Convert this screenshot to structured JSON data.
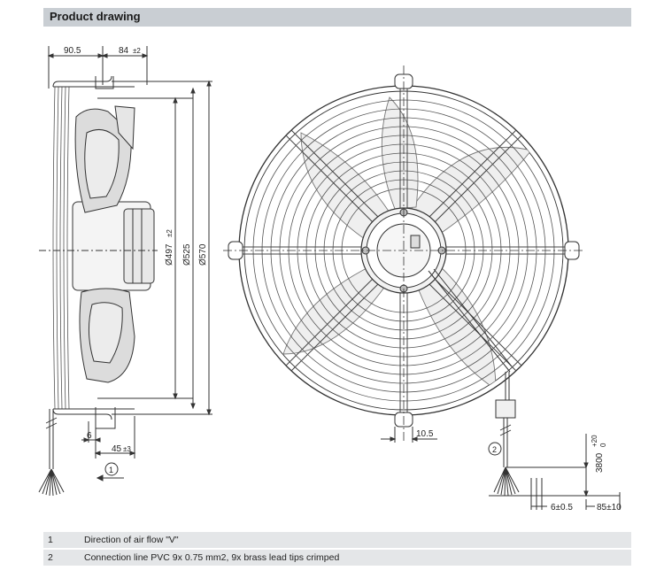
{
  "header": {
    "title": "Product drawing"
  },
  "dimensions": {
    "top_left": "90.5",
    "top_right": "84",
    "top_right_tol": "±2",
    "d_inner": "Ø497",
    "d_inner_tol": "±2",
    "d_mid": "Ø525",
    "d_outer": "Ø570",
    "bottom_small": "6",
    "bottom_offset": "45",
    "bottom_offset_tol": "±3",
    "front_bracket": "10.5",
    "cable_len": "3800",
    "cable_tol_plus": "+20",
    "cable_tol_minus": "0",
    "tip_a": "6±0.5",
    "tip_b": "85±10"
  },
  "callouts": {
    "c1": "1",
    "c2": "2"
  },
  "notes": [
    {
      "num": "1",
      "text": "Direction of air flow \"V\""
    },
    {
      "num": "2",
      "text": "Connection line PVC 9x 0.75 mm2,   9x brass lead tips crimped"
    }
  ]
}
